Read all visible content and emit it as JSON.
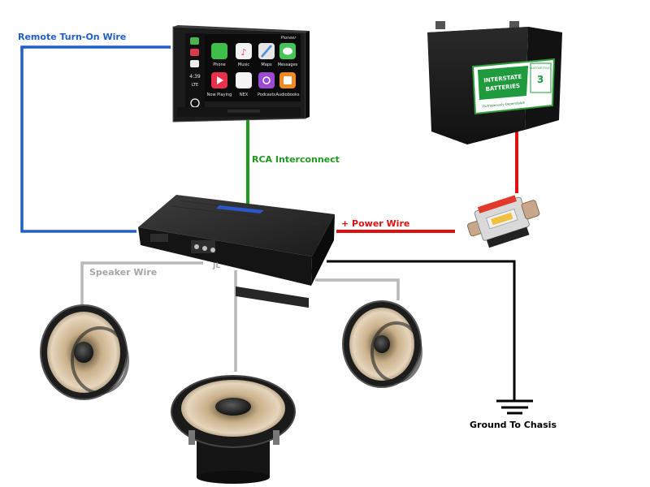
{
  "colors": {
    "remote": "#1f5fc9",
    "rca": "#1e9a1e",
    "power": "#e01010",
    "ground": "#000000",
    "speaker": "#b9b9b9",
    "speaker_label": "#a6a6a6"
  },
  "labels": {
    "remote": "Remote Turn-On Wire",
    "rca": "RCA Interconnect",
    "power": "+ Power Wire",
    "speaker": "Speaker Wire",
    "ground": "Ground To Chasis"
  },
  "head_unit": {
    "brand": "Pioneer",
    "clock": "4:39",
    "signal": "LTE",
    "apps": [
      "Phone",
      "Music",
      "Maps",
      "Messages",
      "Now Playing",
      "NEX",
      "Podcasts",
      "Audiobooks"
    ]
  },
  "battery": {
    "brand_line1": "INTERSTATE",
    "brand_line2": "BATTERIES",
    "tagline": "Outrageously Dependable",
    "badge_title": "AUTOMOTIVE",
    "badge_number": "3"
  },
  "amplifier": {
    "brand": "JL"
  }
}
